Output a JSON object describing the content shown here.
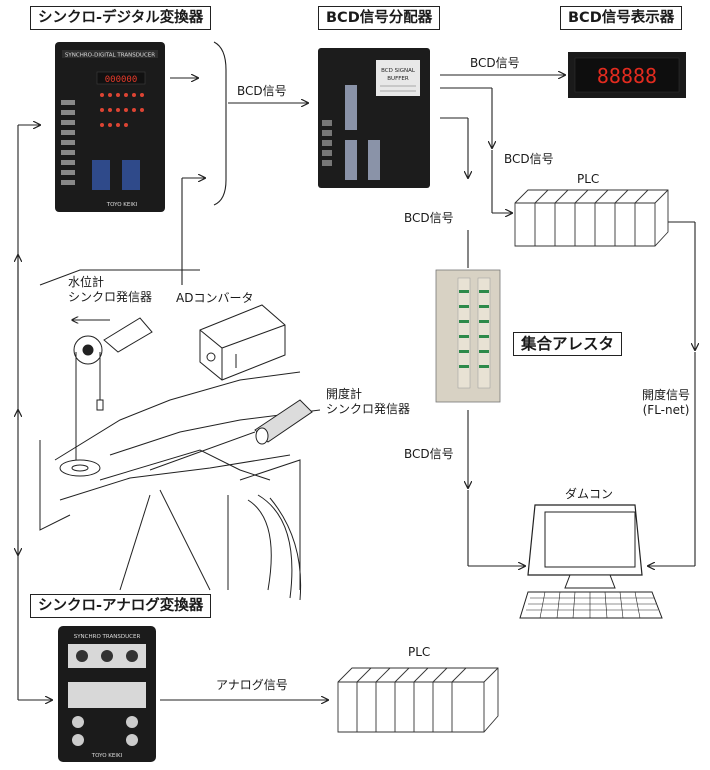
{
  "titles": {
    "synchro_digital": "シンクロ-デジタル変換器",
    "bcd_distributor": "BCD信号分配器",
    "bcd_display": "BCD信号表示器",
    "collective_arrester": "集合アレスタ",
    "synchro_analog": "シンクロ-アナログ変換器"
  },
  "labels": {
    "bcd_signal_1": "BCD信号",
    "bcd_signal_2": "BCD信号",
    "bcd_signal_3": "BCD信号",
    "bcd_signal_4": "BCD信号",
    "bcd_signal_5": "BCD信号",
    "plc_top": "PLC",
    "plc_bottom": "PLC",
    "water_level_1": "水位計",
    "water_level_2": "シンクロ発信器",
    "ad_converter": "ADコンバータ",
    "opening_1": "開度計",
    "opening_2": "シンクロ発信器",
    "opening_signal_1": "開度信号",
    "opening_signal_2": "(FL-net)",
    "dam_controller": "ダムコン",
    "analog_signal": "アナログ信号"
  },
  "devices": {
    "digital_header": "SYNCHRO-DIGITAL TRANSDUCER",
    "digital_readout": "000000",
    "digital_brand": "TOYO KEIKI",
    "distributor_plate_1": "BCD SIGNAL",
    "distributor_plate_2": "BUFFER",
    "display_readout": "88888",
    "analog_header": "SYNCHRO TRANSDUCER",
    "analog_brand": "TOYO KEIKI"
  }
}
